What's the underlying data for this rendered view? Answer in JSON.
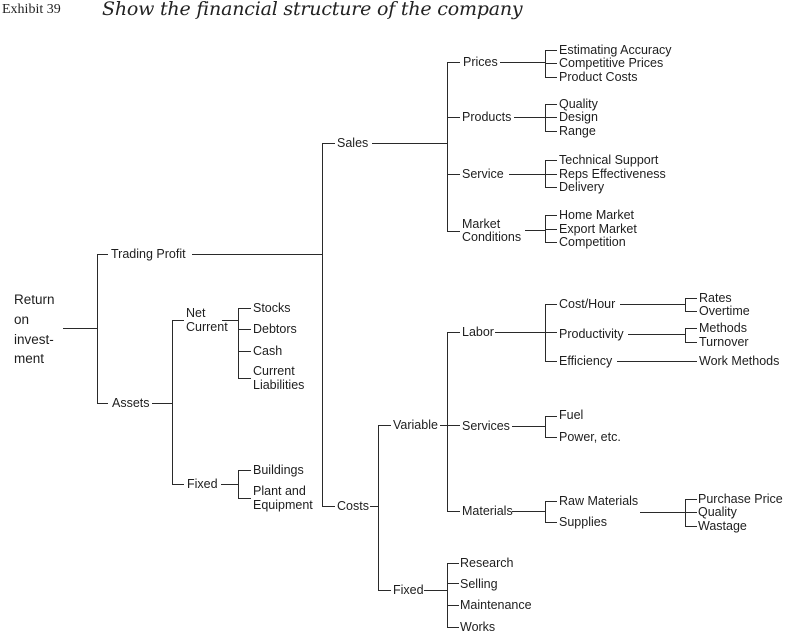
{
  "header": {
    "exhibit": "Exhibit 39",
    "title": "Show the financial structure of the company"
  },
  "tree": {
    "root": {
      "label_lines": [
        "Return",
        "on",
        "invest-",
        "ment"
      ]
    },
    "trading_profit": {
      "label": "Trading Profit"
    },
    "sales": {
      "label": "Sales",
      "children": [
        {
          "label": "Prices",
          "children": [
            "Estimating Accuracy",
            "Competitive Prices",
            "Product Costs"
          ]
        },
        {
          "label": "Products",
          "children": [
            "Quality",
            "Design",
            "Range"
          ]
        },
        {
          "label": "Service",
          "children": [
            "Technical Support",
            "Reps Effectiveness",
            "Delivery"
          ]
        },
        {
          "label_lines": [
            "Market",
            "Conditions"
          ],
          "children": [
            "Home Market",
            "Export Market",
            "Competition"
          ]
        }
      ]
    },
    "costs": {
      "label": "Costs",
      "children": [
        {
          "label": "Variable",
          "children": [
            {
              "label": "Labor",
              "children": [
                {
                  "label": "Cost/Hour",
                  "children": [
                    "Rates",
                    "Overtime"
                  ]
                },
                {
                  "label": "Productivity",
                  "children": [
                    "Methods",
                    "Turnover"
                  ]
                },
                {
                  "label": "Efficiency",
                  "children": [
                    "Work Methods"
                  ]
                }
              ]
            },
            {
              "label": "Services",
              "children": [
                "Fuel",
                "Power, etc."
              ]
            },
            {
              "label": "Materials",
              "children": [
                "Raw Materials",
                "Supplies"
              ],
              "sub_children": [
                "Purchase Price",
                "Quality",
                "Wastage"
              ]
            }
          ]
        },
        {
          "label": "Fixed",
          "children": [
            "Research",
            "Selling",
            "Maintenance",
            "Works"
          ]
        }
      ]
    },
    "assets": {
      "label": "Assets",
      "children": [
        {
          "label_lines": [
            "Net",
            "Current"
          ],
          "children": [
            "Stocks",
            "Debtors",
            "Cash",
            [
              "Current",
              "Liabilities"
            ]
          ]
        },
        {
          "label": "Fixed",
          "children": [
            "Buildings",
            [
              "Plant and",
              "Equipment"
            ]
          ]
        }
      ]
    }
  }
}
